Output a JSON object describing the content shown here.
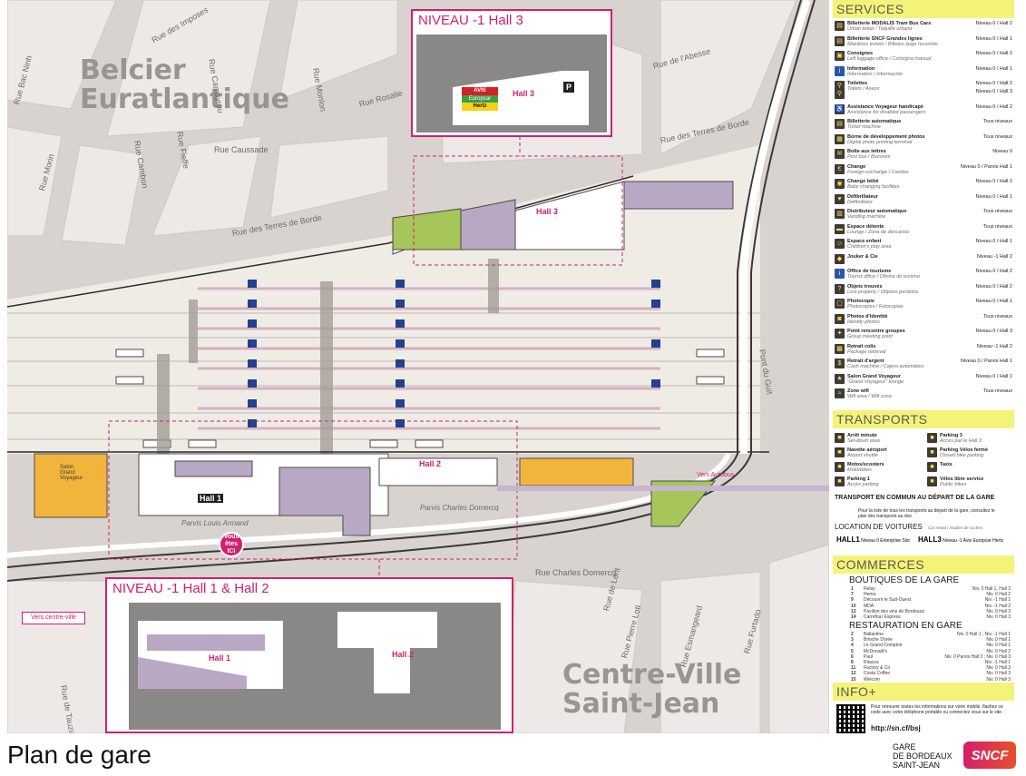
{
  "map": {
    "districts": [
      {
        "id": "belcier",
        "lines": [
          "Belcier",
          "Euratlantique"
        ]
      },
      {
        "id": "centre",
        "lines": [
          "Centre-Ville",
          "Saint-Jean"
        ]
      }
    ],
    "streets": [
      "Rue des Imposes",
      "Rue Camayrou",
      "Rue Monlon",
      "Rue Rosalie",
      "Rue Bac Ninh",
      "Rue Fieffe",
      "Rue Cambon",
      "Rue Caussade",
      "Rue Morin",
      "Rue des Terres de Borde",
      "Rue de l'Abesse",
      "Rue des Terres de Borde",
      "Pont du Guit",
      "Rue Charles Domercq",
      "Rue de Tauzia",
      "Rue de Lorit",
      "Rue Pierre Loti",
      "Rue Esmangeard",
      "Rue Furtado"
    ],
    "places": [
      "Parvis Louis Armand",
      "Parvis Charles Domercq"
    ],
    "you_are_here": "Vous êtes ICI",
    "hall_labels": [
      "Hall 1",
      "Hall 2",
      "Hall 3"
    ],
    "vers_centre": "Vers centre-ville",
    "vers_autobus": "Vers Autobus",
    "salon": "Salon Grand Voyageur"
  },
  "insets": {
    "hall3": {
      "title": "NIVEAU -1 Hall 3",
      "hall": "Hall 3",
      "rentals": [
        "AVIS",
        "Europcar",
        "Hertz"
      ]
    },
    "hall12": {
      "title": "NIVEAU -1 Hall 1 & Hall 2",
      "halls": [
        "Hall 1",
        "Hall 2"
      ]
    }
  },
  "panel": {
    "services_title": "SERVICES",
    "services": [
      {
        "icon": "ticket-icon",
        "name": "Billetterie MODALIS Tram Bus Cars",
        "sub": "Urban ticket / Taquilla urbana",
        "level": "Niveau 0 / Hall 2"
      },
      {
        "icon": "ticket-icon",
        "name": "Billetterie SNCF Grandes lignes",
        "sub": "Mainlines tickets / Billetes largo recorrido",
        "level": "Niveau 0 / Hall 1"
      },
      {
        "icon": "luggage-icon",
        "name": "Consignes",
        "sub": "Left luggage office / Consigna manual",
        "level": "Niveau 0 / Hall 2"
      },
      {
        "icon": "info-icon",
        "name": "Information",
        "sub": "Information / Información",
        "level": "Niveau 0 / Hall 1"
      },
      {
        "icon": "toilet-icon",
        "name": "Toilettes",
        "sub": "Toilets / Aseos",
        "level": "Niveau 0 / Hall 2"
      },
      {
        "icon": "toilet-icon",
        "name": "",
        "sub": "",
        "level": "Niveau 0 / Hall 3"
      },
      {
        "icon": "wheelchair-icon",
        "name": "Assistance Voyageur handicapé",
        "sub": "Assistance for disabled passengers",
        "level": "Niveau 0 / Hall 2"
      },
      {
        "icon": "ticket-icon",
        "name": "Billetterie automatique",
        "sub": "Ticket machine",
        "level": "Tous niveaux"
      },
      {
        "icon": "kiosk-icon",
        "name": "Borne de développement photos",
        "sub": "Digital photo printing terminal",
        "level": "Tous niveaux"
      },
      {
        "icon": "mail-icon",
        "name": "Boîte aux lettres",
        "sub": "Post box / Buzones",
        "level": "Niveau 0"
      },
      {
        "icon": "exchange-icon",
        "name": "Change",
        "sub": "Foreign exchange / Cambio",
        "level": "Niveau 0 / Parvis Hall 1"
      },
      {
        "icon": "baby-icon",
        "name": "Change bébé",
        "sub": "Baby changing facilities",
        "level": "Niveau 0 / Hall 2"
      },
      {
        "icon": "heart-icon",
        "name": "Défibrillateur",
        "sub": "Defibrillator",
        "level": "Niveau 0 / Hall 1"
      },
      {
        "icon": "vending-icon",
        "name": "Distributeur automatique",
        "sub": "Vending machine",
        "level": "Tous niveaux"
      },
      {
        "icon": "seat-icon",
        "name": "Espace détente",
        "sub": "Lounge / Zona de descanso",
        "level": "Tous niveaux"
      },
      {
        "icon": "child-icon",
        "name": "Espace enfant",
        "sub": "Children's play area",
        "level": "Niveau 0 / Hall 1"
      },
      {
        "icon": "shop-icon",
        "name": "Jouker & Cie",
        "sub": "",
        "level": "Niveau -1 Hall 2"
      },
      {
        "icon": "tourism-icon",
        "name": "Office de tourisme",
        "sub": "Tourist office / Oficina de turismo",
        "level": "Niveau 0 / Hall 2"
      },
      {
        "icon": "lost-icon",
        "name": "Objets trouvés",
        "sub": "Lost property / Objetos perdidos",
        "level": "Niveau 0 / Hall 2"
      },
      {
        "icon": "photocopy-icon",
        "name": "Photocopie",
        "sub": "Photocopies / Fotocopias",
        "level": "Niveau 0 / Hall 1"
      },
      {
        "icon": "photo-icon",
        "name": "Photos d'identité",
        "sub": "Identity photos",
        "level": "Tous niveaux"
      },
      {
        "icon": "meeting-icon",
        "name": "Point rencontre groupes",
        "sub": "Group meeting point",
        "level": "Niveau 0 / Hall 3"
      },
      {
        "icon": "parcel-icon",
        "name": "Retrait colis",
        "sub": "Package retrieval",
        "level": "Niveau -1 Hall 2"
      },
      {
        "icon": "cash-icon",
        "name": "Retrait d'argent",
        "sub": "Cash machine / Cajero automático",
        "level": "Niveau 0 / Parvis Hall 1"
      },
      {
        "icon": "lounge-icon",
        "name": "Salon Grand Voyageur",
        "sub": "\"Grand Voyageur\" lounge",
        "level": "Niveau 0 / Hall 1"
      },
      {
        "icon": "wifi-icon",
        "name": "Zone wifi",
        "sub": "Wifi area / Wifi zona",
        "level": "Tous niveaux"
      }
    ],
    "transports_title": "TRANSPORTS",
    "transports": [
      {
        "name": "Arrêt minute",
        "sub": "Set-down area",
        "right": "Parking 3",
        "right_sub": "Accès par le Hall 3"
      },
      {
        "name": "Navette aéroport",
        "sub": "Airport shuttle",
        "right": "Parking Vélos fermé",
        "right_sub": "Closed bike parking"
      },
      {
        "name": "Motos/scooters",
        "sub": "Motorbikes",
        "right": "Taxis",
        "right_sub": ""
      },
      {
        "name": "Parking 1",
        "sub": "Accès parking",
        "right": "Vélos libre service",
        "right_sub": "Public bikes"
      }
    ],
    "transport_common": "TRANSPORT EN COMMUN AU DÉPART DE LA GARE",
    "transport_common_note": "Pour la liste de tous les transports au départ de la gare, consultez le plan des transports au dos",
    "car_rental_title": "LOCATION DE VOITURES",
    "car_rental_note": "Car rental / Alquiler de coches",
    "car_rental": [
      {
        "hall": "HALL1",
        "level": "Niveau 0",
        "names": [
          "Enterprise",
          "Sixt"
        ]
      },
      {
        "hall": "HALL3",
        "level": "Niveau -1",
        "names": [
          "Avis",
          "Europcar",
          "Hertz"
        ]
      }
    ],
    "commerces_title": "COMMERCES",
    "boutiques_title": "BOUTIQUES DE LA GARE",
    "boutiques": [
      {
        "n": "1",
        "name": "Relay",
        "level": "Niv. 0 Hall 1, Hall 3"
      },
      {
        "n": "7",
        "name": "Hema",
        "level": "Niv. 0 Hall 2"
      },
      {
        "n": "9",
        "name": "Découvrir le Sud-Ouest",
        "level": "Niv. -1 Hall 1"
      },
      {
        "n": "10",
        "name": "MDA",
        "level": "Niv. -1 Hall 2"
      },
      {
        "n": "13",
        "name": "Pavillon des vins de Bordeaux",
        "level": "Niv. 0 Hall 3"
      },
      {
        "n": "14",
        "name": "Carrefour Express",
        "level": "Niv. 0 Hall 3"
      }
    ],
    "restauration_title": "RESTAURATION EN GARE",
    "restauration": [
      {
        "n": "2",
        "name": "Ballantine",
        "level": "Niv. 0 Hall 1 ; Niv. -1 Hall 1"
      },
      {
        "n": "3",
        "name": "Brioche Dorée",
        "level": "Niv. 0 Hall 1"
      },
      {
        "n": "4",
        "name": "Le Grand Comptoir",
        "level": "Niv. 0 Hall 1"
      },
      {
        "n": "5",
        "name": "McDonald's",
        "level": "Niv. 0 Hall 2"
      },
      {
        "n": "6",
        "name": "Paul",
        "level": "Niv. 0 Parvis Hall 2 ; Niv. 0 Hall 3"
      },
      {
        "n": "8",
        "name": "Ritazza",
        "level": "Niv. -1 Hall 1"
      },
      {
        "n": "11",
        "name": "Factory & Co",
        "level": "Niv. 0 Hall 3"
      },
      {
        "n": "12",
        "name": "Costa Coffee",
        "level": "Niv. 0 Hall 3"
      },
      {
        "n": "15",
        "name": "Welcom",
        "level": "Niv. 0 Hall 3"
      }
    ],
    "info_title": "INFO+",
    "info_text": "Pour retrouver toutes les informations sur votre mobile, flashez ce code avec votre téléphone portable ou connectez vous sur le site :",
    "info_url": "http://sn.cf/bsj"
  },
  "footer": {
    "title": "Plan de gare",
    "gare_lines": [
      "GARE",
      "DE BORDEAUX",
      "SAINT-JEAN"
    ],
    "brand": "SNCF"
  },
  "colors": {
    "accent": "#d21f6e",
    "yellow": "#f3f37a",
    "map_bg": "#d8d3cf",
    "building": "#b9a8c4",
    "green": "#a6c55a",
    "orange": "#f2b53c"
  }
}
